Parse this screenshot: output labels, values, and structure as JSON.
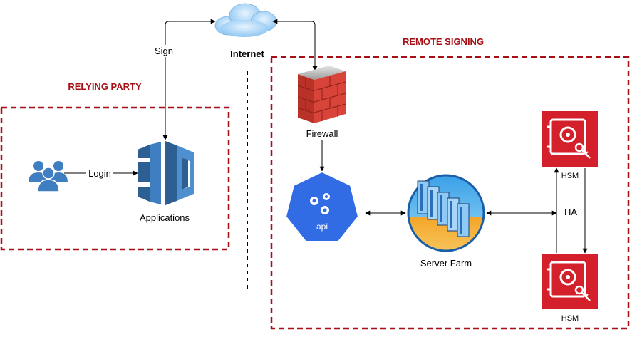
{
  "zones": {
    "relying_party": "RELYING PARTY",
    "remote_signing": "REMOTE SIGNING"
  },
  "nodes": {
    "internet": "Internet",
    "firewall": "Firewall",
    "applications": "Applications",
    "api": "api",
    "server_farm": "Server Farm",
    "hsm_top": "HSM",
    "hsm_bottom": "HSM"
  },
  "edges": {
    "sign": "Sign",
    "login": "Login",
    "ha": "HA"
  },
  "colors": {
    "zone_border": "#a50f15",
    "hsm_red": "#d4202a",
    "aws_blue": "#3f7fc1",
    "api_blue": "#326ce5",
    "firewall_red": "#c0392b"
  }
}
